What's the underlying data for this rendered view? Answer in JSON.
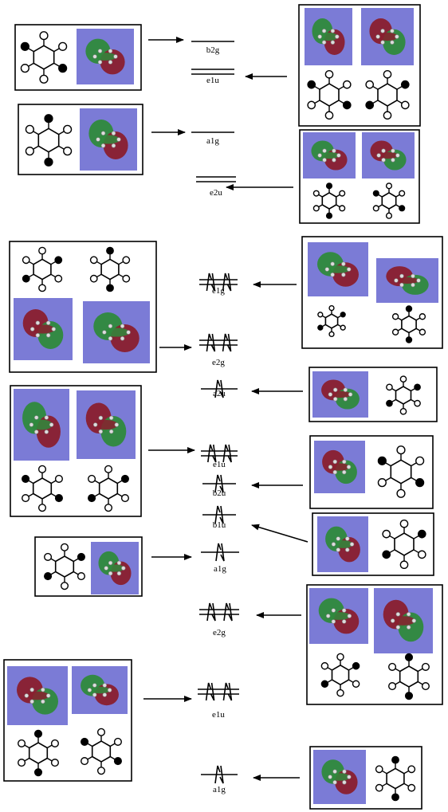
{
  "levels": [
    {
      "label": "b2g",
      "degeneracy": 1,
      "electrons": 0
    },
    {
      "label": "e1u",
      "degeneracy": 2,
      "electrons": 0
    },
    {
      "label": "a1g",
      "degeneracy": 1,
      "electrons": 0
    },
    {
      "label": "e2u",
      "degeneracy": 2,
      "electrons": 0
    },
    {
      "label": "e1g",
      "degeneracy": 2,
      "electrons": 4
    },
    {
      "label": "e2g",
      "degeneracy": 2,
      "electrons": 4
    },
    {
      "label": "a2u",
      "degeneracy": 1,
      "electrons": 2
    },
    {
      "label": "e1u",
      "degeneracy": 2,
      "electrons": 4
    },
    {
      "label": "b2u",
      "degeneracy": 1,
      "electrons": 2
    },
    {
      "label": "b1u",
      "degeneracy": 1,
      "electrons": 2
    },
    {
      "label": "a1g",
      "degeneracy": 1,
      "electrons": 2
    },
    {
      "label": "e2g",
      "degeneracy": 2,
      "electrons": 4
    },
    {
      "label": "e1u",
      "degeneracy": 2,
      "electrons": 4
    },
    {
      "label": "a1g",
      "degeneracy": 1,
      "electrons": 2
    }
  ],
  "colors": {
    "panel_bg": "#7b7bd6",
    "lobe_red": "#8a1f2e",
    "lobe_green": "#2f8a3c",
    "ink": "#000000"
  }
}
